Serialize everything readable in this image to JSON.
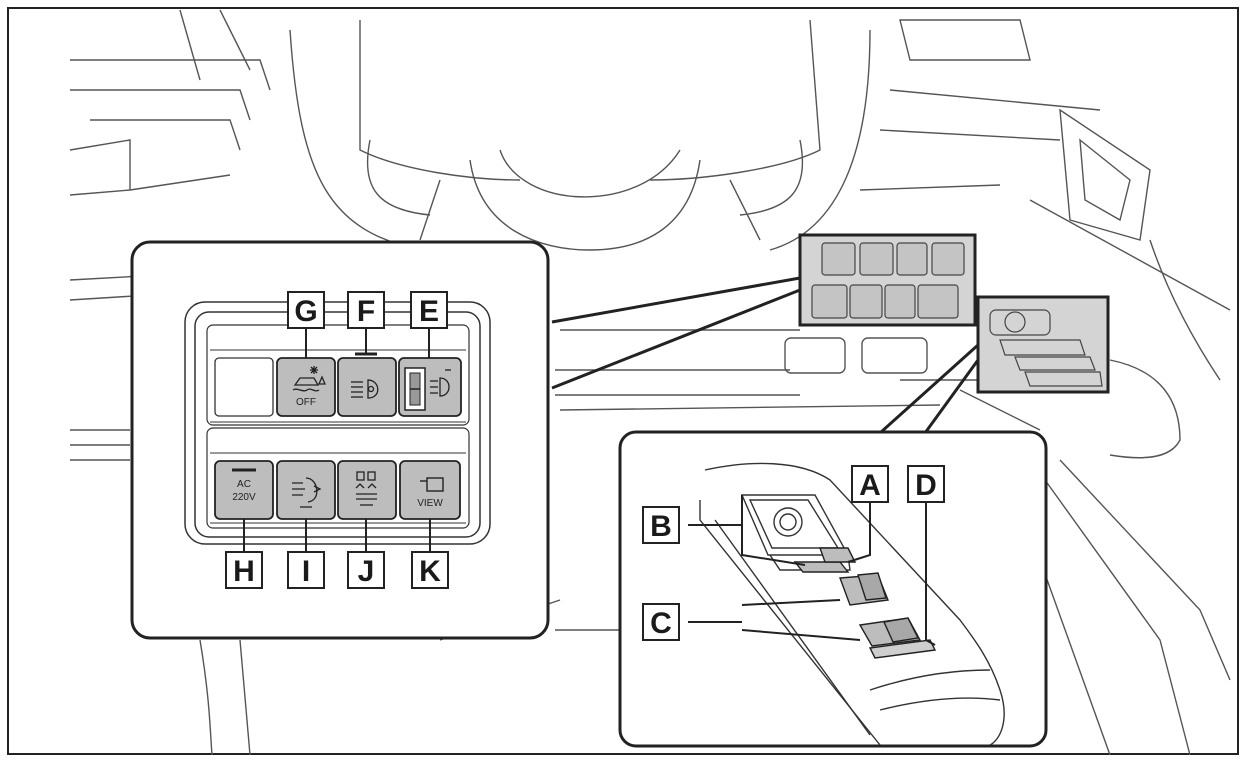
{
  "labels": {
    "A": "A",
    "B": "B",
    "C": "C",
    "D": "D",
    "E": "E",
    "F": "F",
    "G": "G",
    "H": "H",
    "I": "I",
    "J": "J",
    "K": "K"
  },
  "buttons": {
    "g_text": "OFF",
    "h_line1": "AC",
    "h_line2": "220V",
    "k_text": "VIEW"
  },
  "icons": {
    "G": "traction-control-off-icon",
    "F": "headlight-icon",
    "E": "headlight-leveling-icon",
    "I": "rear-heater-icon",
    "J": "suspension-height-icon",
    "K": "camera-view-icon"
  }
}
